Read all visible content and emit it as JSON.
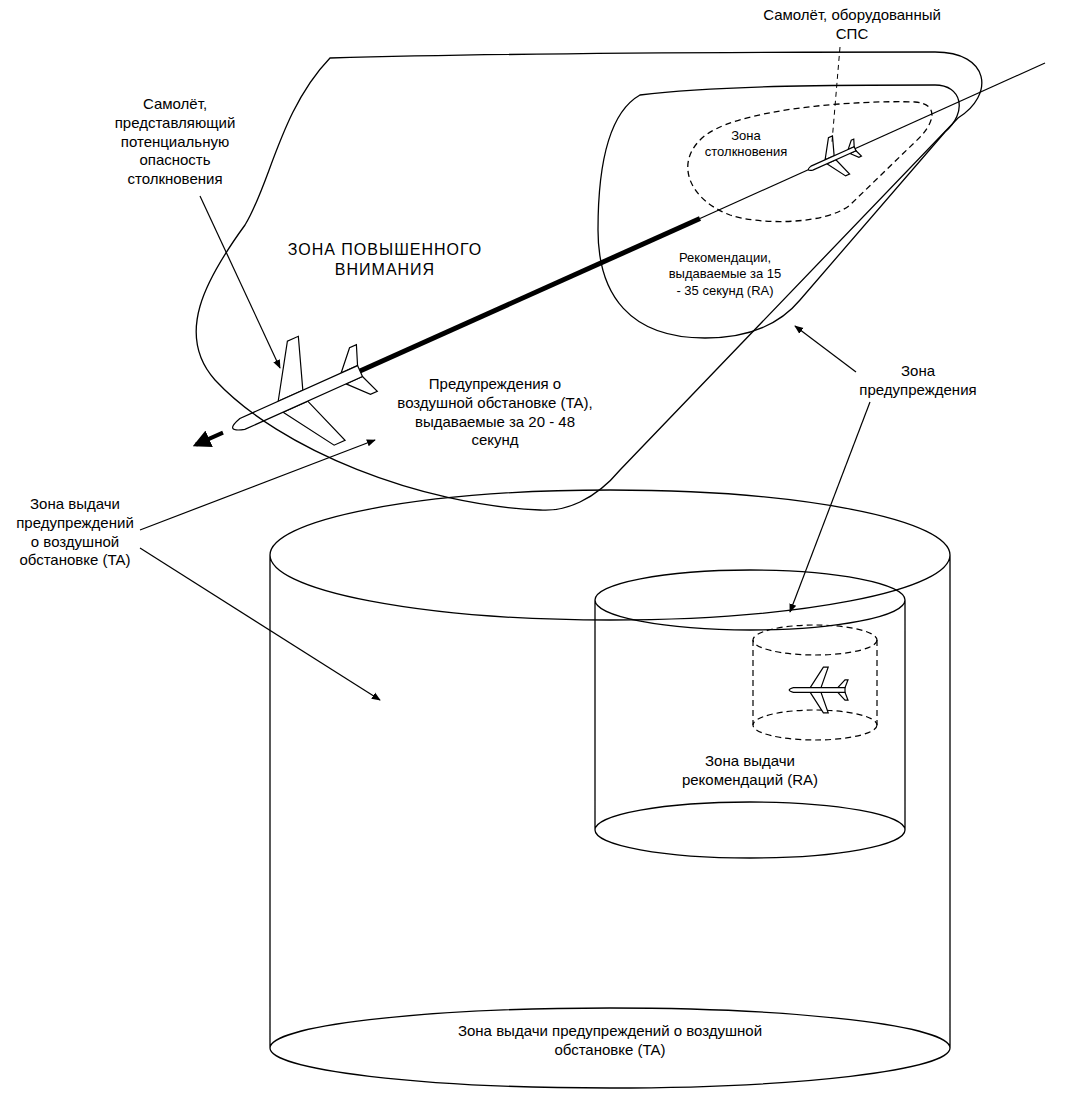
{
  "diagram": {
    "nodes": [
      {
        "text": [
          "ЗОНА ПОВЫШЕННОГО ВНИМАНИЯ",
          "Предупреждения о воздушной обстановке (TA), выдаваемые за 20 - 48 секунд"
        ]
      },
      {
        "text": [
          "Рекомендации, выдаваемые за 15 - 35 секунд (RA)"
        ],
        "in": 0
      },
      {
        "text": [
          "Зона столкновения"
        ],
        "in": 1
      },
      {
        "text": [
          "Зона выдачи предупреждений о воздушной обстановке (TA)"
        ]
      },
      {
        "text": [
          "Зона выдачи рекомендаций (RA)"
        ],
        "in": 3
      }
    ],
    "labels": [
      "Самолёт, оборудованный СПС",
      "Самолёт, представляющий потенциальную опасность столкновения",
      "Зона предупреждения",
      "Зона выдачи предупреждений о воздушной обстановке (TA)"
    ]
  }
}
